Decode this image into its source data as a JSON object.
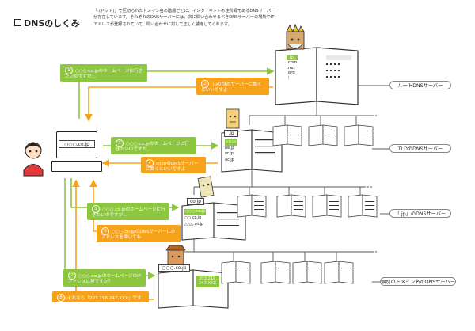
{
  "title": "DNSのしくみ",
  "intro": "「.(ドット)」で区切られたドメイン名の階層ごとに、インターネットの住所録であるDNSサーバーが存在しています。それぞれのDNSサーバーには、次に問い合わせるべきDNSサーバーの場所やIPアドレスが登録されていて、問い合わせに対して正しく誘導してくれます。",
  "pc_screen_text": "○○○.co.jp",
  "messages": [
    {
      "num": "1",
      "text": "○○○.co.jpのホームページに行きたいのですが…",
      "color": "green"
    },
    {
      "num": "2",
      "text": ".jpのDNSサーバーに聞くといいですよ",
      "color": "orange"
    },
    {
      "num": "3",
      "text": "○○○.co.jpのホームページに行きたいのですが…",
      "color": "green"
    },
    {
      "num": "4",
      "text": "co.jpのDNSサーバーに聞くといいですよ",
      "color": "orange"
    },
    {
      "num": "5",
      "text": "○○○.co.jpのホームページに行きたいのですが…",
      "color": "green"
    },
    {
      "num": "6",
      "text": "○○○.co.jpのDNSサーバーにIPアドレスを聞いてね",
      "color": "orange"
    },
    {
      "num": "7",
      "text": "○○○.co.jpのホームページのIPアドレスは何ですか？",
      "color": "green"
    },
    {
      "num": "8",
      "text": "それなら「203.216.247.XXX」ですよ",
      "color": "orange"
    }
  ],
  "server_labels": [
    "ルートDNSサーバー",
    "TLDのDNSサーバー",
    "「.jp」のDNSサーバー",
    "個別のドメイン名のDNSサーバー"
  ],
  "root_book": {
    "entries": [
      ".jp",
      ".com",
      ".net",
      ".org",
      "⋮"
    ]
  },
  "tld_book": {
    "tag": ".jp",
    "entries": [
      "co.jp",
      "ne.jp",
      "or.jp",
      "ac.jp"
    ]
  },
  "jp_book": {
    "tag": "co.jp",
    "entries": [
      "○○○.co.jp",
      "○○.co.jp",
      "△△△.co.jp"
    ]
  },
  "domain_book": {
    "tag": "○○○.co.jp",
    "entries": [
      "203.216.",
      "247.XXX"
    ]
  },
  "colors": {
    "green": "#8dc63f",
    "orange": "#f7a21b",
    "line": "#555555"
  }
}
